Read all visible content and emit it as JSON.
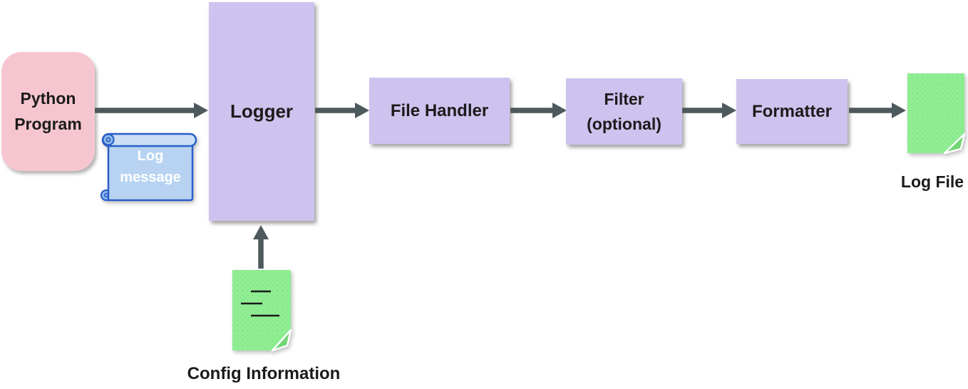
{
  "diagram": {
    "nodes": {
      "python_program": "Python Program",
      "log_message": "Log message",
      "logger": "Logger",
      "file_handler": "File Handler",
      "filter": "Filter (optional)",
      "formatter": "Formatter",
      "log_file": "Log File",
      "config_information": "Config Information"
    },
    "icons": {
      "log_message": "scroll-icon",
      "config_information": "document-icon",
      "log_file": "document-icon",
      "flow_connectors": "arrow-right-icon",
      "config_connector": "arrow-up-icon"
    },
    "colors": {
      "background": "#ffffff",
      "box_purple": "#cec2ee",
      "box_pink": "#f6c6d0",
      "doc_green": "#8fed92",
      "doc_fold_green": "#6fd573",
      "doc_dot_green": "#5fc468",
      "scroll_fill": "#b7d3f1",
      "scroll_band": "#cadef6",
      "scroll_curl": "#8fbce8",
      "scroll_border": "#2a5fc9",
      "arrow": "#4d595c",
      "text_dark": "#1b1b1b",
      "text_light": "#ffffff"
    }
  }
}
